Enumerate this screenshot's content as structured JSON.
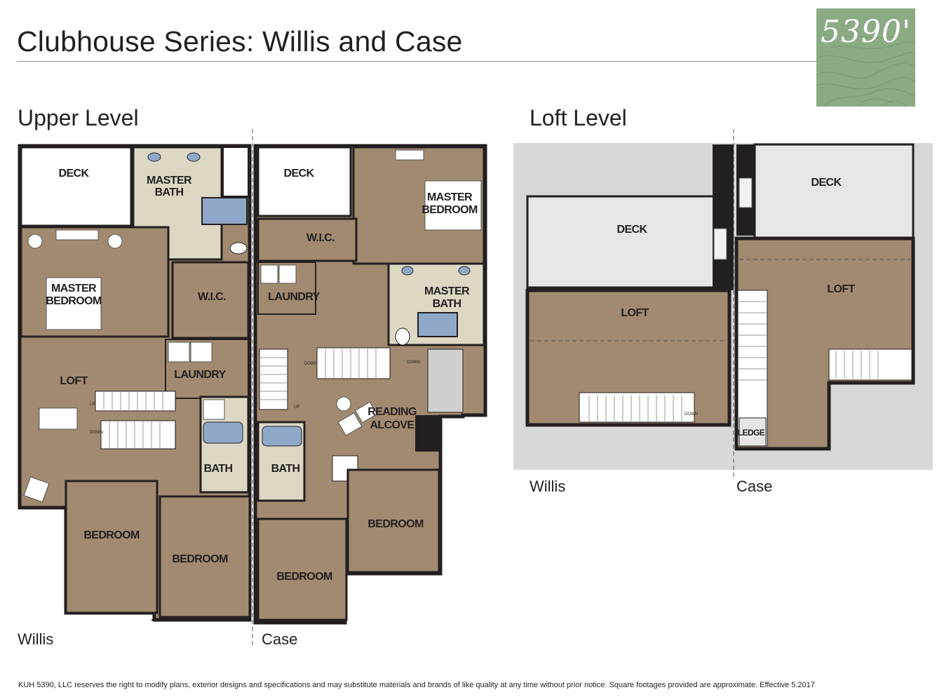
{
  "header": {
    "title": "Clubhouse Series: Willis and Case",
    "logo_text": "5390'"
  },
  "upper_level": {
    "heading": "Upper Level",
    "left_caption": "Willis",
    "right_caption": "Case",
    "rooms": {
      "willis_deck": "DECK",
      "willis_master_bath_1": "MASTER",
      "willis_master_bath_2": "BATH",
      "willis_master_bedroom_1": "MASTER",
      "willis_master_bedroom_2": "BEDROOM",
      "willis_wic": "W.I.C.",
      "willis_laundry": "LAUNDRY",
      "willis_loft": "LOFT",
      "willis_bath": "BATH",
      "willis_bedroom_1": "BEDROOM",
      "willis_bedroom_2": "BEDROOM",
      "case_deck": "DECK",
      "case_wic": "W.I.C.",
      "case_laundry": "LAUNDRY",
      "case_master_bedroom_1": "MASTER",
      "case_master_bedroom_2": "BEDROOM",
      "case_master_bath_1": "MASTER",
      "case_master_bath_2": "BATH",
      "case_reading_1": "READING",
      "case_reading_2": "ALCOVE",
      "case_bath": "BATH",
      "case_bedroom_1": "BEDROOM",
      "case_bedroom_2": "BEDROOM"
    },
    "stair_up": "UP",
    "stair_down": "DOWN"
  },
  "loft_level": {
    "heading": "Loft Level",
    "left_caption": "Willis",
    "right_caption": "Case",
    "rooms": {
      "willis_deck": "DECK",
      "willis_loft": "LOFT",
      "case_deck": "DECK",
      "case_loft": "LOFT",
      "case_ledge": "LEDGE"
    },
    "stair_down": "DOWN"
  },
  "colors": {
    "floor": "#a18a6f",
    "deck": "#ffffff",
    "loft_deck": "#e6e6e4",
    "tile": "#dcd8c4",
    "wall": "#231f20",
    "site": "#d8d8d8",
    "shower": "#8fa8c8",
    "logo_bg": "#8cab85"
  },
  "footer": {
    "disclaimer": "KUH 5390, LLC reserves the right to modify plans, exterior designs and specifications and may substitute materials and brands of like quality at any time without prior notice. Square footages provided are approximate. Effective 5.2017"
  }
}
